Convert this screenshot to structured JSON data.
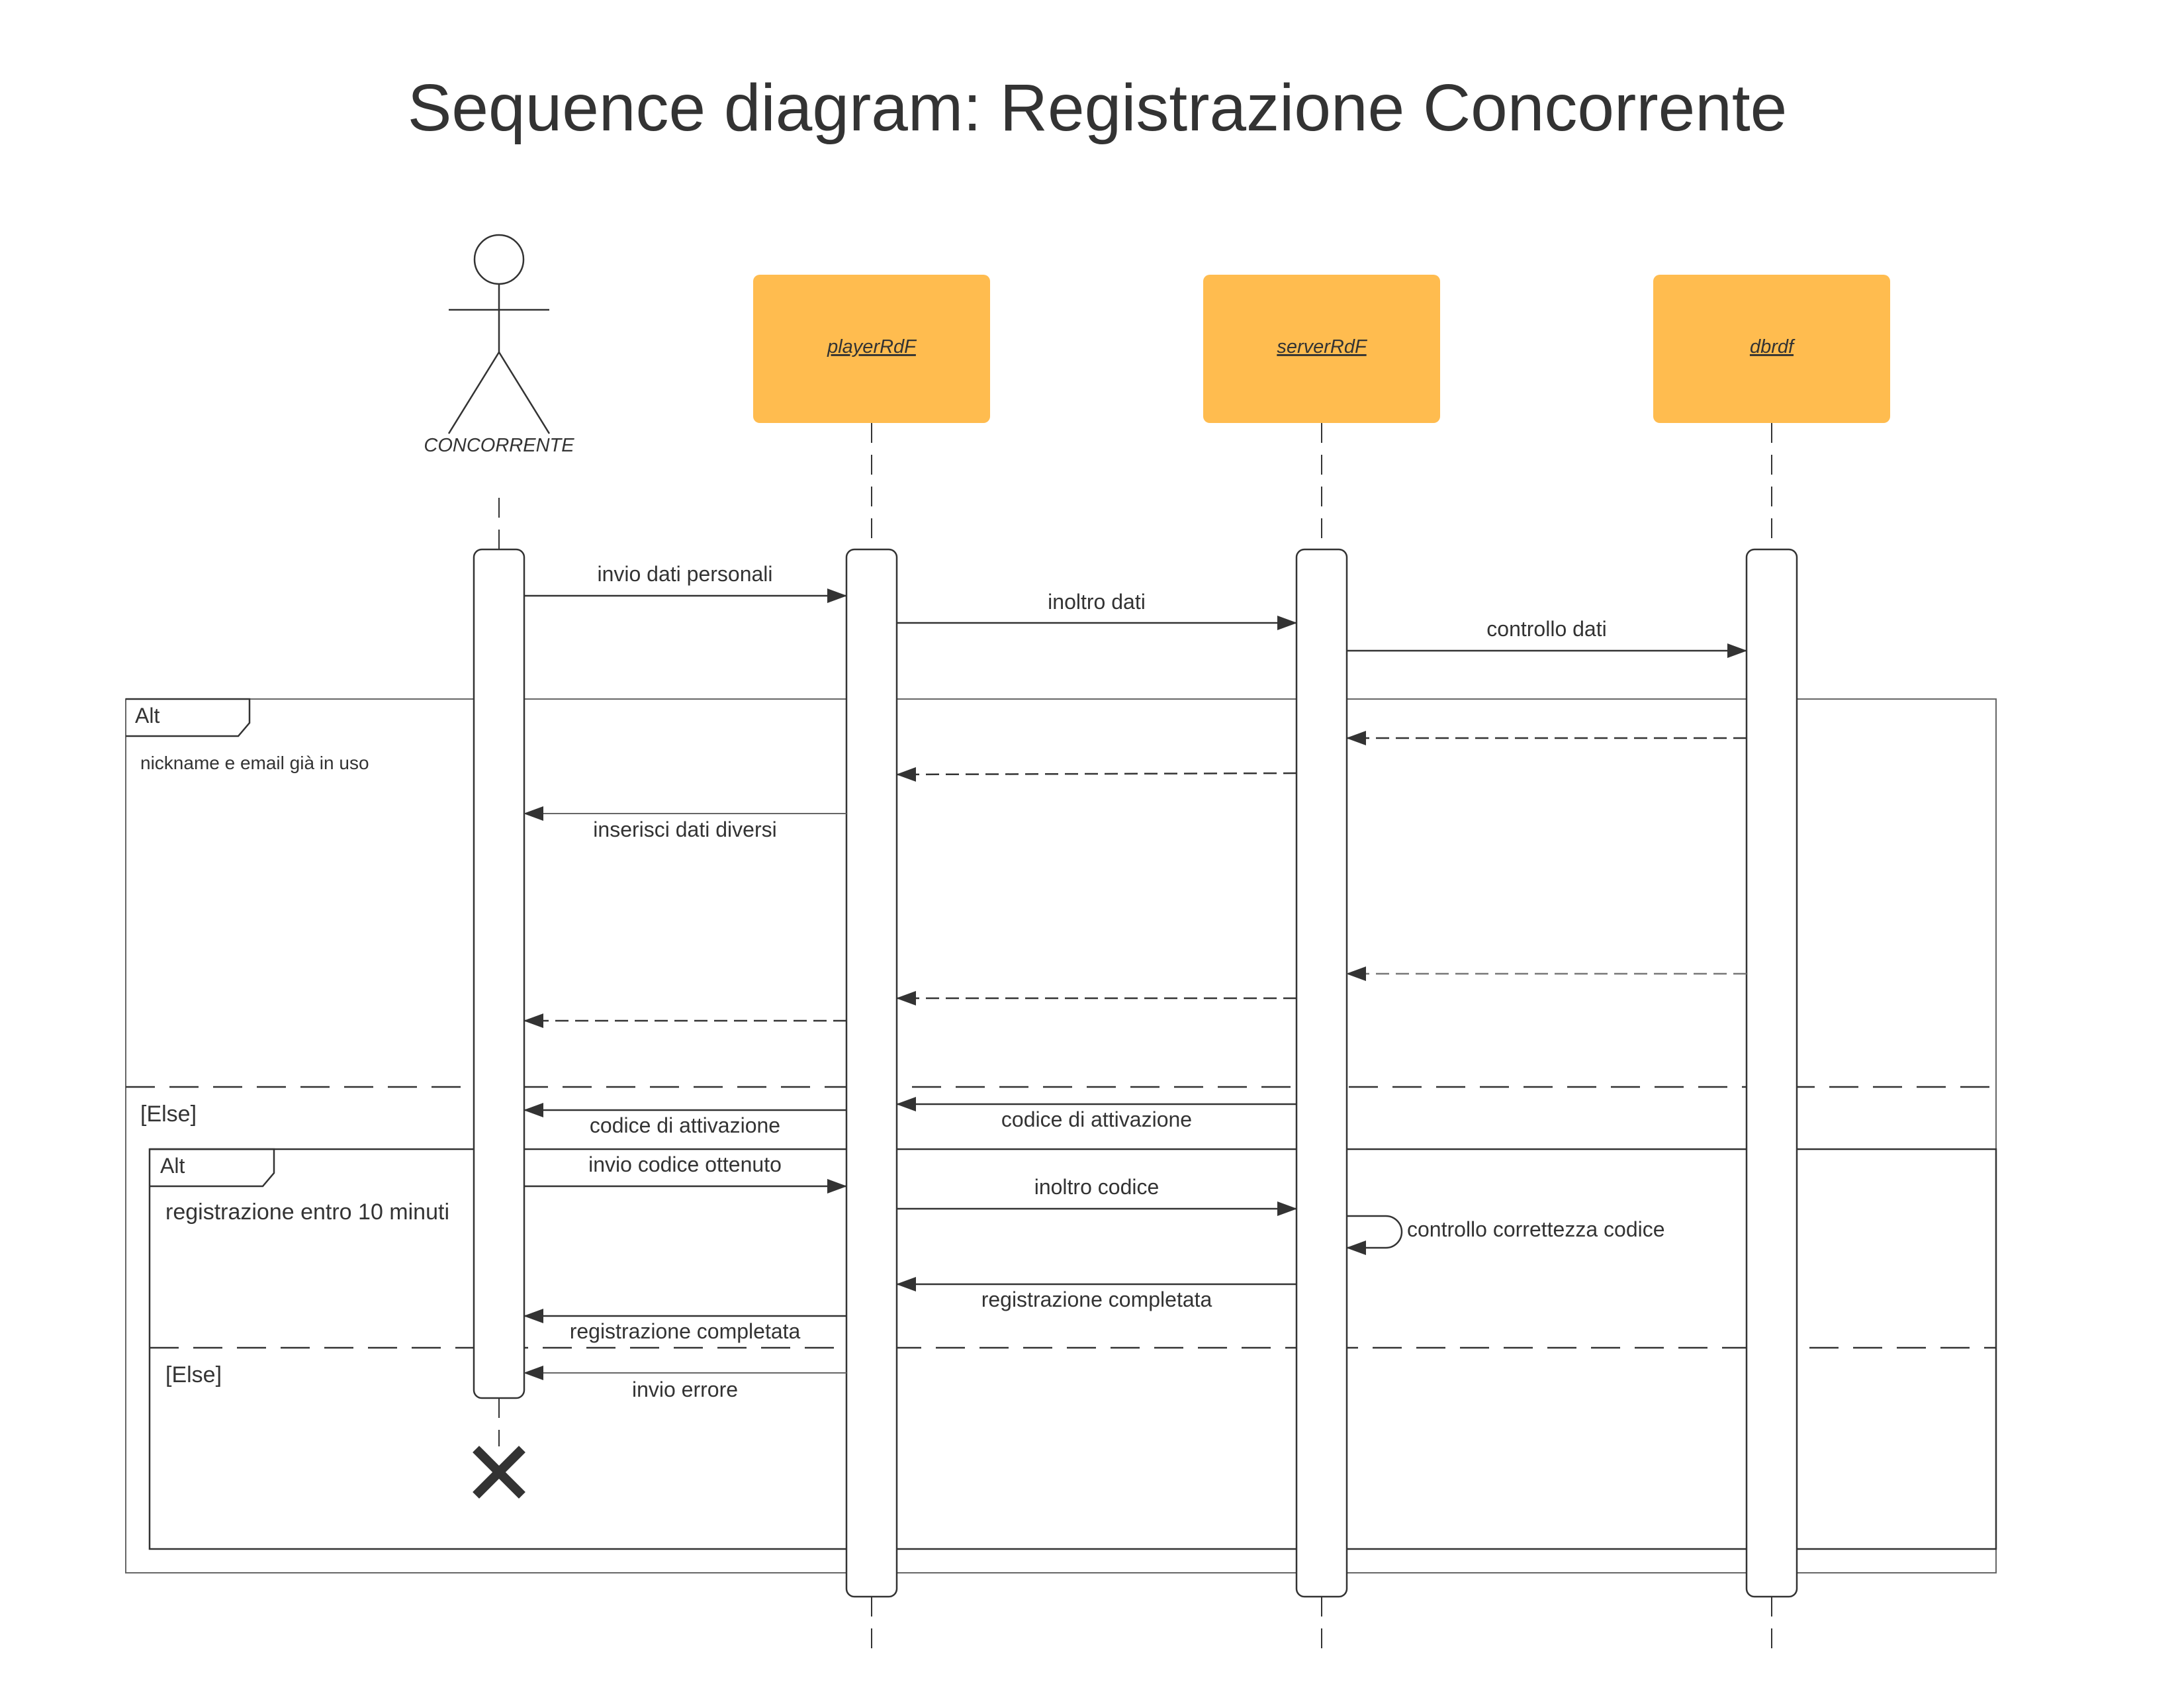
{
  "title": "Sequence diagram: Registrazione Concorrente",
  "colors": {
    "object_fill": "#FFBC4F",
    "ink": "#333333"
  },
  "actor": {
    "label": "CONCORRENTE",
    "icon": "stick-figure-icon"
  },
  "objects": [
    {
      "id": "player",
      "label": "playerRdF"
    },
    {
      "id": "server",
      "label": "serverRdF"
    },
    {
      "id": "db",
      "label": "dbrdf"
    }
  ],
  "messages": {
    "invio_dati": "invio dati personali",
    "inoltro_dati": "inoltro dati",
    "controllo_dati": "controllo dati",
    "inserisci_dati": "inserisci dati diversi",
    "codice_server": "codice di attivazione",
    "codice_player": "codice di attivazione",
    "invio_codice": "invio codice ottenuto",
    "inoltro_codice": "inoltro codice",
    "controllo_codice": "controllo correttezza codice",
    "reg_server": "registrazione completata",
    "reg_player": "registrazione completata",
    "invio_errore": "invio errore"
  },
  "frames": {
    "outer": {
      "tag": "Alt",
      "guard": "nickname e email già in uso",
      "else": "[Else]"
    },
    "inner": {
      "tag": "Alt",
      "guard": "registrazione entro 10 minuti",
      "else": "[Else]"
    }
  },
  "destroy_marker": "destroy-x-icon"
}
